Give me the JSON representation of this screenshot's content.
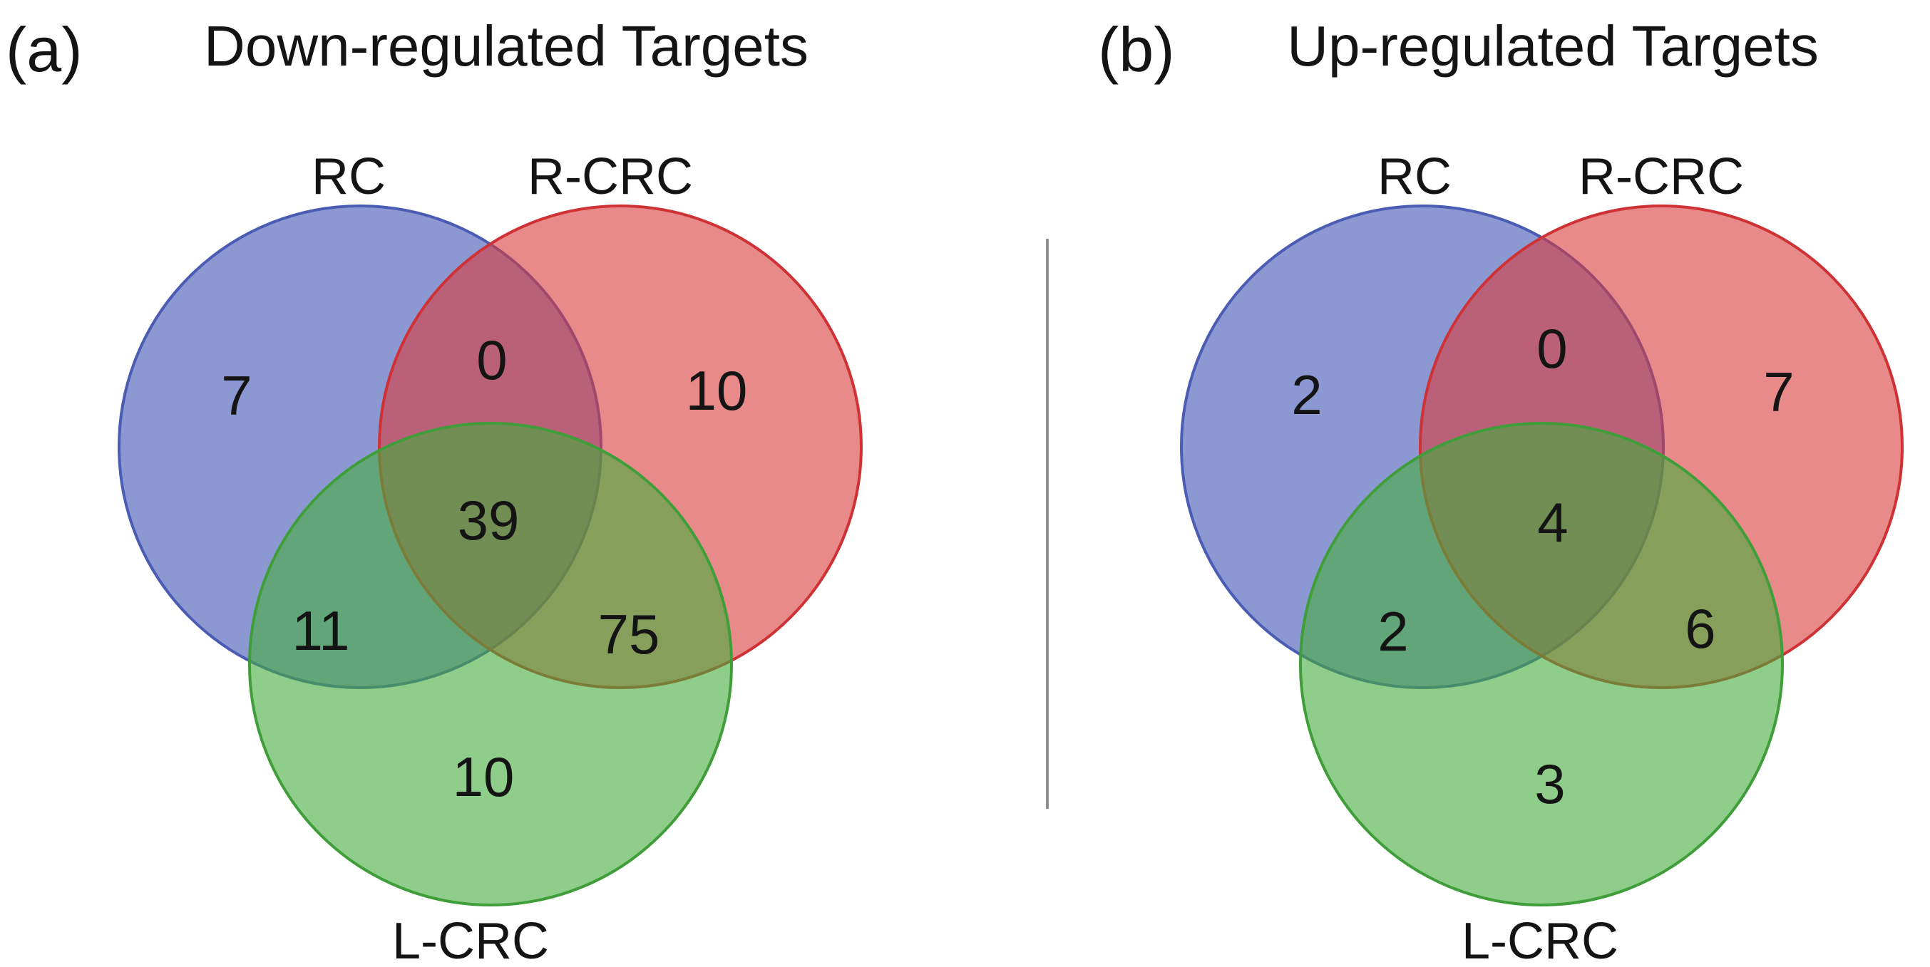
{
  "figure": {
    "background": "#ffffff",
    "divider_color": "#909090",
    "colors": {
      "blue_fill": "#4054b4",
      "blue_stroke": "#4b5cb4",
      "red_fill": "#d93a3c",
      "red_stroke": "#cf3235",
      "green_fill": "#44ad3c",
      "green_stroke": "#3f9e39",
      "fill_opacity": 0.6,
      "text": "#141414"
    },
    "panels": [
      {
        "tag": "(a)",
        "title": "Down-regulated Targets",
        "sets": {
          "blue": "RC",
          "red": "R-CRC",
          "green": "L-CRC"
        },
        "regions": {
          "rc_only": "7",
          "rc_rcrc": "0",
          "rcrc_only": "10",
          "all_three": "39",
          "rc_lcrc": "11",
          "rcrc_lcrc": "75",
          "lcrc_only": "10"
        }
      },
      {
        "tag": "(b)",
        "title": "Up-regulated Targets",
        "sets": {
          "blue": "RC",
          "red": "R-CRC",
          "green": "L-CRC"
        },
        "regions": {
          "rc_only": "2",
          "rc_rcrc": "0",
          "rcrc_only": "7",
          "all_three": "4",
          "rc_lcrc": "2",
          "rcrc_lcrc": "6",
          "lcrc_only": "3"
        }
      }
    ]
  },
  "chart_data": [
    {
      "type": "venn",
      "title": "(a) Down-regulated Targets",
      "sets": [
        "RC",
        "R-CRC",
        "L-CRC"
      ],
      "values": {
        "RC_only": 7,
        "R-CRC_only": 10,
        "L-CRC_only": 10,
        "RC∩R-CRC": 0,
        "RC∩L-CRC": 11,
        "R-CRC∩L-CRC": 75,
        "RC∩R-CRC∩L-CRC": 39
      },
      "set_colors": {
        "RC": "#4054b4",
        "R-CRC": "#d93a3c",
        "L-CRC": "#44ad3c"
      },
      "layout": "RC top-left circle, R-CRC top-right circle, L-CRC bottom circle, white background"
    },
    {
      "type": "venn",
      "title": "(b) Up-regulated Targets",
      "sets": [
        "RC",
        "R-CRC",
        "L-CRC"
      ],
      "values": {
        "RC_only": 2,
        "R-CRC_only": 7,
        "L-CRC_only": 3,
        "RC∩R-CRC": 0,
        "RC∩L-CRC": 2,
        "R-CRC∩L-CRC": 6,
        "RC∩R-CRC∩L-CRC": 4
      },
      "set_colors": {
        "RC": "#4054b4",
        "R-CRC": "#d93a3c",
        "L-CRC": "#44ad3c"
      },
      "layout": "RC top-left circle, R-CRC top-right circle, L-CRC bottom circle, vertical gray divider separates panels"
    }
  ]
}
